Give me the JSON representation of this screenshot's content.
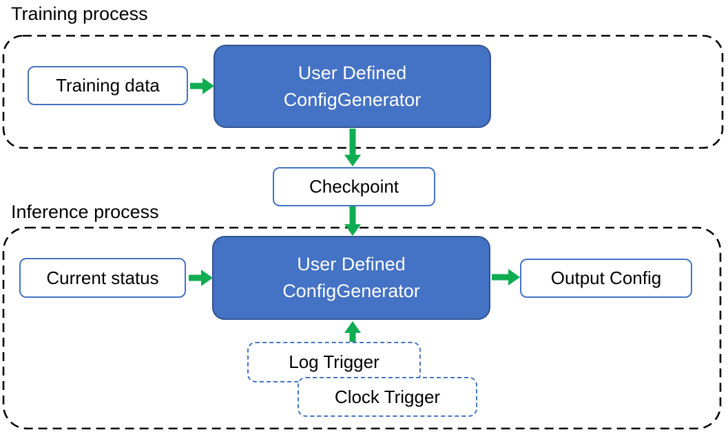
{
  "colors": {
    "generator_fill": "#4472C4",
    "generator_border": "#2F528F",
    "box_border_blue": "#4472C4",
    "arrow_green": "#0FAC51",
    "container_dash": "#000000",
    "text_black": "#000000",
    "text_white": "#FFFFFF",
    "canvas_bg": "#FFFFFF"
  },
  "labels": {
    "training_process": "Training process",
    "inference_process": "Inference process"
  },
  "nodes": {
    "training_data": "Training data",
    "generator_line1": "User Defined",
    "generator_line2": "ConfigGenerator",
    "checkpoint": "Checkpoint",
    "current_status": "Current status",
    "output_config": "Output Config",
    "log_trigger": "Log Trigger",
    "clock_trigger": "Clock Trigger"
  },
  "diagram": {
    "flow": [
      "Training data -> User Defined ConfigGenerator (training)",
      "User Defined ConfigGenerator (training) -> Checkpoint",
      "Checkpoint -> User Defined ConfigGenerator (inference)",
      "Current status -> User Defined ConfigGenerator (inference)",
      "Log Trigger / Clock Trigger -> User Defined ConfigGenerator (inference)",
      "User Defined ConfigGenerator (inference) -> Output Config"
    ]
  }
}
